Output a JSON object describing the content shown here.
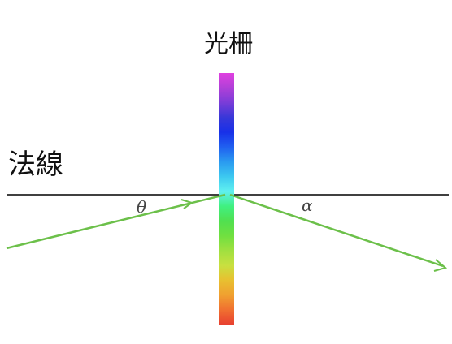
{
  "labels": {
    "grating": "光柵",
    "normal": "法線",
    "angle_incident": "θ",
    "angle_diffracted": "α"
  },
  "colors": {
    "normal_line": "#000000",
    "ray": "#6cc04a",
    "grating_spectrum": [
      "#e040e0",
      "#b040d8",
      "#7a3cd8",
      "#3838d8",
      "#1830e8",
      "#2060f0",
      "#2a9af0",
      "#3cc8f0",
      "#60f0f0",
      "#40f080",
      "#50e050",
      "#70e040",
      "#a0e040",
      "#c8e040",
      "#e8c030",
      "#f0a030",
      "#f07030",
      "#e84030"
    ]
  }
}
